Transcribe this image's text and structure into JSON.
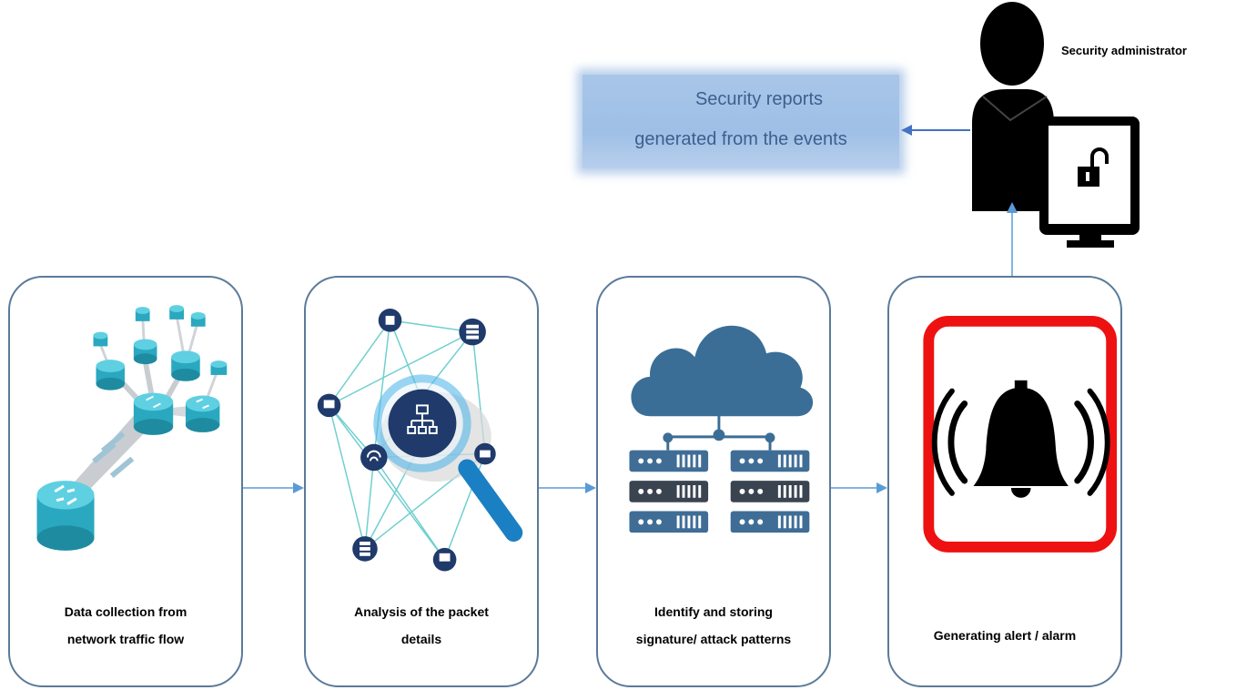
{
  "admin": {
    "label": "Security administrator"
  },
  "report": {
    "line1": "Security reports",
    "line2": "generated from the events"
  },
  "steps": [
    {
      "line1": "Data collection from",
      "line2": "network traffic flow"
    },
    {
      "line1": "Analysis of the packet",
      "line2": "details"
    },
    {
      "line1": "Identify and storing",
      "line2": "signature/ attack patterns"
    },
    {
      "line1": "Generating alert / alarm"
    }
  ],
  "colors": {
    "box_border": "#5b7a99",
    "arrow": "#5b9bd5",
    "report_arrow": "#4472c4",
    "report_fill": "#a9c6e8",
    "report_text": "#3d5f8f",
    "router": "#2bb5c9",
    "network_node": "#1f3a6b",
    "cloud": "#3b6e96",
    "server_blue": "#3f6d96",
    "server_dark": "#3a4450",
    "alarm_frame": "#ee1111"
  },
  "icons": [
    "network-routers-icon",
    "magnifier-network-icon",
    "cloud-servers-icon",
    "alarm-bell-icon",
    "administrator-icon",
    "unlocked-monitor-icon"
  ]
}
